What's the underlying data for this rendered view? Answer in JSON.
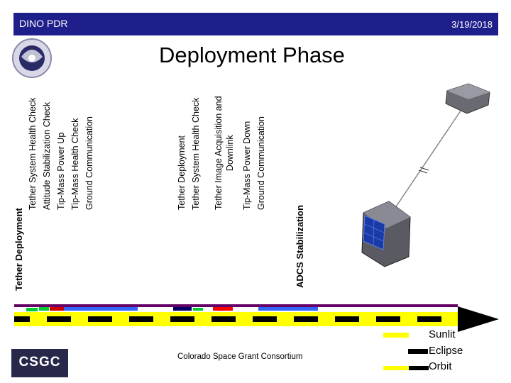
{
  "header": {
    "left": "DINO PDR",
    "right": "3/19/2018"
  },
  "title": "Deployment Phase",
  "phase_groups": [
    {
      "heading": "Tether Deployment",
      "items": [
        "Tether System Health Check",
        "Attitude Stabilization Check",
        "Tip-Mass Power Up",
        "Tip-Mass Health Check",
        "Ground Communication"
      ]
    },
    {
      "items": [
        "Tether Deployment",
        "Tether System Health Check",
        "Tether Image Acquisition and",
        "Downlink",
        "Tip-Mass Power Down",
        "Ground Communication"
      ]
    },
    {
      "heading": "ADCS Stabilization"
    }
  ],
  "footer": {
    "organization": "Colorado Space Grant Consortium",
    "logo_text": "CSGC"
  },
  "legend": [
    {
      "label": "Sunlit",
      "color": "#ffff00"
    },
    {
      "label": "Eclipse",
      "color": "#000000"
    },
    {
      "label": "Orbit",
      "color": "#ffff00"
    }
  ],
  "colors": {
    "header_bg": "#1f1f8c",
    "timeline_purple": "#660066",
    "green": "#00cc33",
    "red": "#ff0000",
    "blue": "#3366ff",
    "darkblue": "#000066"
  }
}
